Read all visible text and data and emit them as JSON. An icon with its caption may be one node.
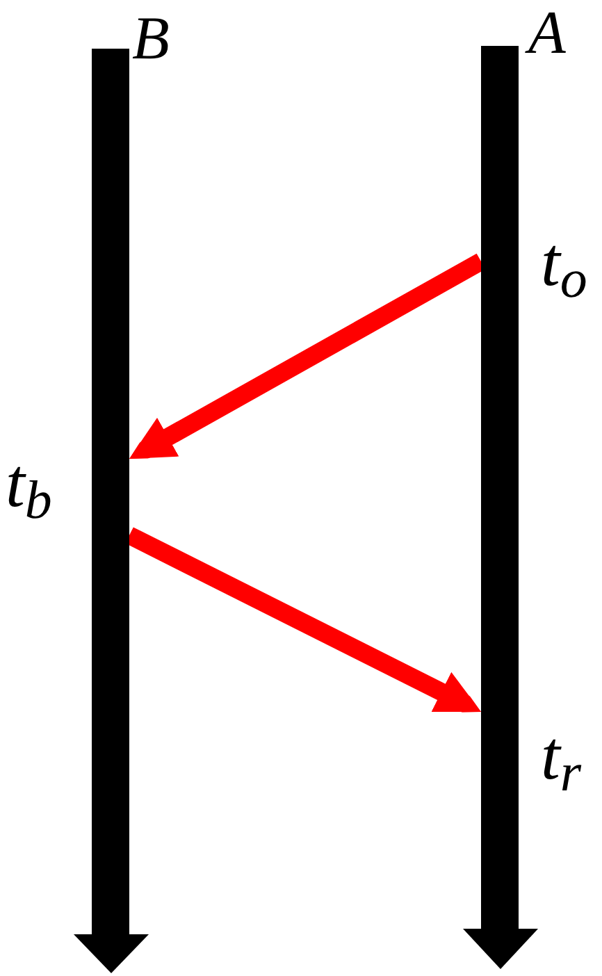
{
  "diagram": {
    "nodes": [
      {
        "text": [
          "B",
          "t$_{b}$"
        ]
      },
      {
        "text": [
          "A",
          "t$_{o}$",
          "t$_{r}$"
        ]
      }
    ],
    "edges": [
      {
        "from": 1,
        "to": 0,
        "arrow": "to",
        "color": "#ff0000"
      },
      {
        "from": 0,
        "to": 1,
        "arrow": "to",
        "color": "#ff0000"
      }
    ]
  }
}
